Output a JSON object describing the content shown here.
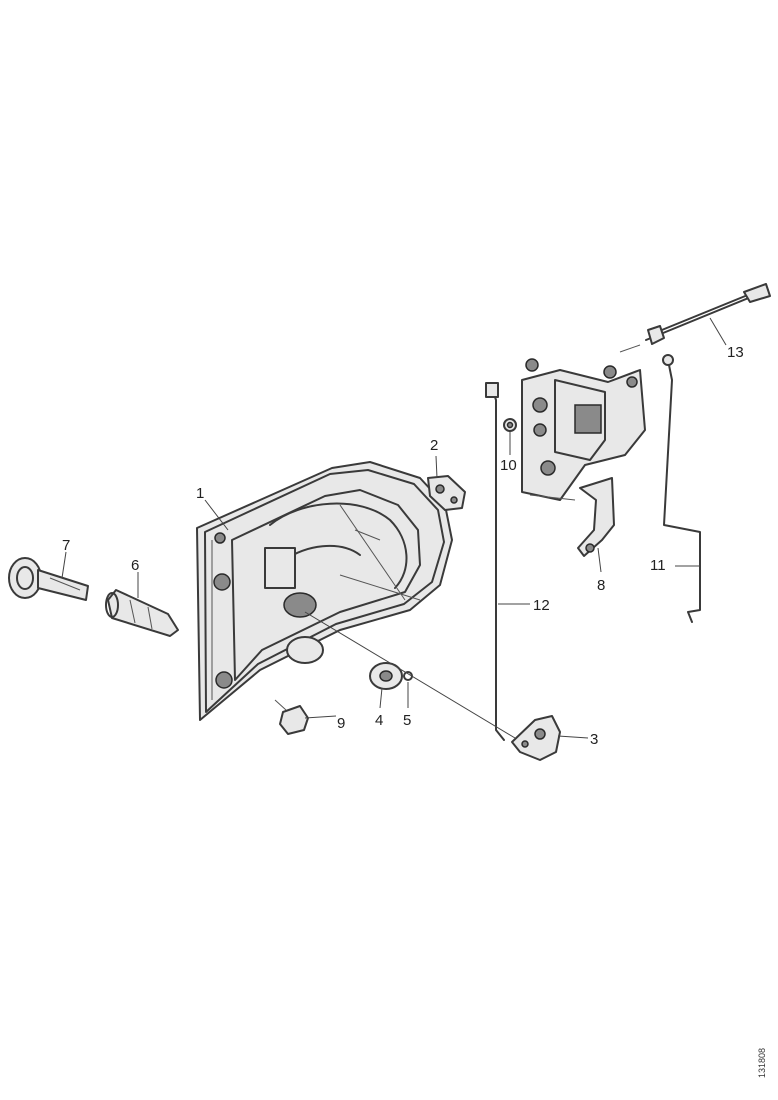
{
  "callouts": {
    "c1": "1",
    "c2": "2",
    "c3": "3",
    "c4": "4",
    "c5": "5",
    "c6": "6",
    "c7": "7",
    "c8": "8",
    "c9": "9",
    "c10": "10",
    "c11": "11",
    "c12": "12",
    "c13": "13"
  },
  "figure_ref": "131808"
}
